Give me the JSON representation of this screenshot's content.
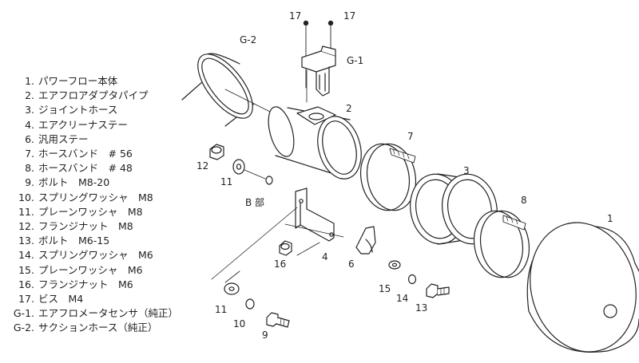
{
  "parts_list": [
    {
      "num": "1.",
      "name": "パワーフロー本体"
    },
    {
      "num": "2.",
      "name": "エアフロアダプタパイプ"
    },
    {
      "num": "3.",
      "name": "ジョイントホース"
    },
    {
      "num": "4.",
      "name": "エアクリーナステー"
    },
    {
      "num": "6.",
      "name": "汎用ステー"
    },
    {
      "num": "7.",
      "name": "ホースバンド　# 56"
    },
    {
      "num": "8.",
      "name": "ホースバンド　# 48"
    },
    {
      "num": "9.",
      "name": "ボルト　M8-20"
    },
    {
      "num": "10.",
      "name": "スプリングワッシャ　M8"
    },
    {
      "num": "11.",
      "name": "プレーンワッシャ　M8"
    },
    {
      "num": "12.",
      "name": "フランジナット　M8"
    },
    {
      "num": "13.",
      "name": "ボルト　M6-15"
    },
    {
      "num": "14.",
      "name": "スプリングワッシャ　M6"
    },
    {
      "num": "15.",
      "name": "プレーンワッシャ　M6"
    },
    {
      "num": "16.",
      "name": "フランジナット　M6"
    },
    {
      "num": "17.",
      "name": "ビス　M4"
    },
    {
      "num": "G-1.",
      "name": "エアフロメータセンサ（純正）"
    },
    {
      "num": "G-2.",
      "name": "サクションホース（純正）"
    }
  ],
  "callouts": {
    "c17a": "17",
    "c17b": "17",
    "g1": "G-1",
    "g2": "G-2",
    "c2": "2",
    "c7": "7",
    "c3": "3",
    "c8": "8",
    "c1": "1",
    "c12": "12",
    "c11a": "11",
    "bbu": "B 部",
    "c16": "16",
    "c4": "4",
    "c6": "6",
    "c15": "15",
    "c14": "14",
    "c13": "13",
    "c11b": "11",
    "c10": "10",
    "c9": "9"
  }
}
